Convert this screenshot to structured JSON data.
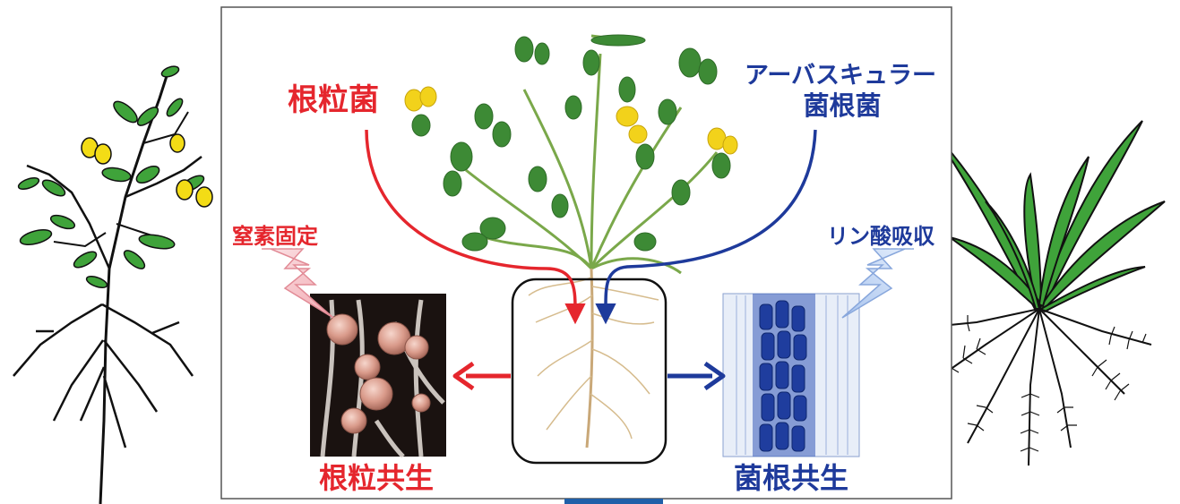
{
  "labels": {
    "rhizobia": "根粒菌",
    "amf_line1": "アーバスキュラー",
    "amf_line2": "菌根菌",
    "nitrogen_fixation": "窒素固定",
    "phosphate_uptake": "リン酸吸収",
    "nodule_symbiosis": "根粒共生",
    "mycorrhizal_symbiosis": "菌根共生"
  },
  "colors": {
    "red": "#e5262d",
    "blue": "#1e3a9b",
    "frame": "#555555",
    "nodule_bg": "#1a1210",
    "myco_bg": "#e8eef8",
    "myco_cells": "#1f3d9e",
    "leaf": "#3fa33a",
    "flower": "#f3dc16",
    "stroke": "#111111"
  }
}
